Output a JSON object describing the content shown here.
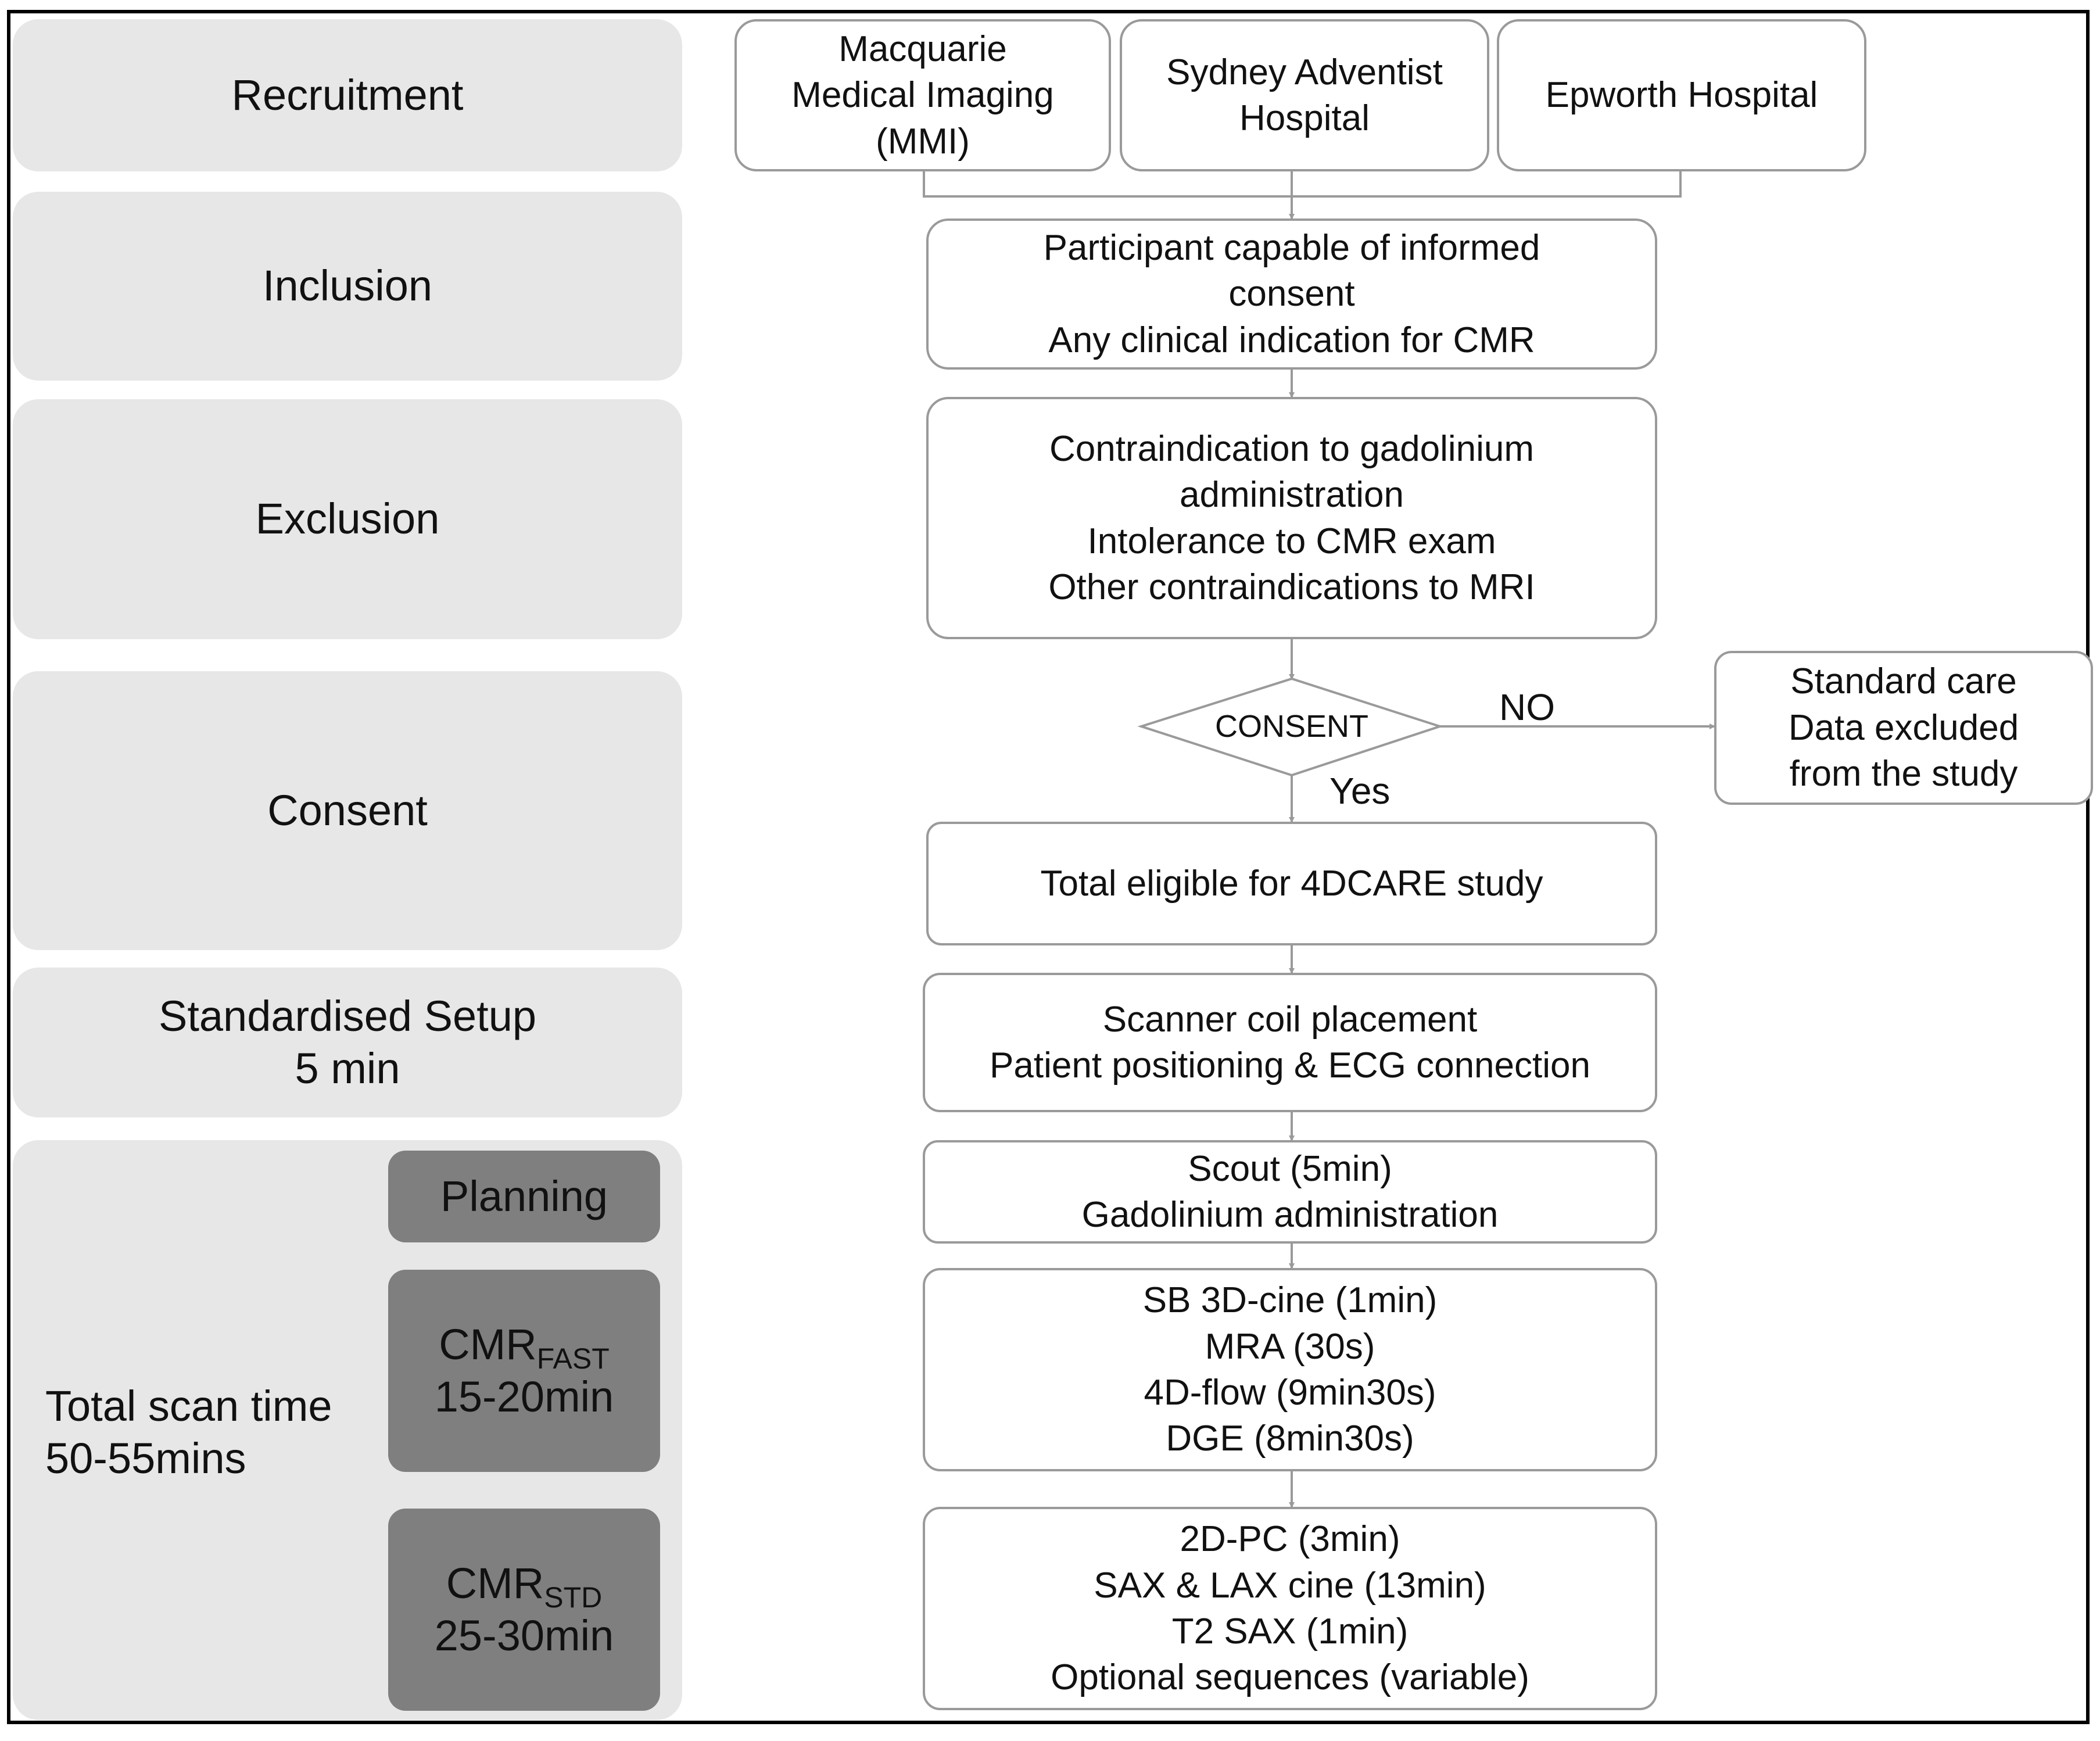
{
  "stages": {
    "recruitment": "Recruitment",
    "inclusion": "Inclusion",
    "exclusion": "Exclusion",
    "consent": "Consent",
    "setup": [
      "Standardised Setup",
      "5 min"
    ],
    "total_scan": [
      "Total scan time",
      "50-55mins"
    ]
  },
  "substages": {
    "planning": "Planning",
    "fast": {
      "main": "CMR",
      "subscript": "FAST",
      "time": "15-20min"
    },
    "std": {
      "main": "CMR",
      "subscript": "STD",
      "time": "25-30min"
    }
  },
  "sites": [
    [
      "Macquarie",
      "Medical Imaging",
      "(MMI)"
    ],
    [
      "Sydney Adventist",
      "Hospital"
    ],
    [
      "Epworth Hospital"
    ]
  ],
  "inclusion_box": [
    "Participant capable of informed",
    "consent",
    "Any clinical indication for CMR"
  ],
  "exclusion_box": [
    "Contraindication to gadolinium",
    "administration",
    "Intolerance to CMR exam",
    "Other contraindications to MRI"
  ],
  "decision": {
    "label": "CONSENT",
    "no": "NO",
    "yes": "Yes"
  },
  "excluded_box": [
    "Standard care",
    "Data excluded",
    "from the study"
  ],
  "eligible_box": [
    "Total eligible for 4DCARE study"
  ],
  "setup_box": [
    "Scanner coil placement",
    "Patient positioning & ECG connection"
  ],
  "planning_box": [
    "Scout (5min)",
    "Gadolinium administration"
  ],
  "fast_box": [
    "SB 3D-cine (1min)",
    "MRA (30s)",
    "4D-flow (9min30s)",
    "DGE (8min30s)"
  ],
  "std_box": [
    "2D-PC (3min)",
    "SAX & LAX cine (13min)",
    "T2 SAX (1min)",
    "Optional sequences (variable)"
  ],
  "colors": {
    "lane": "#e7e7e7",
    "substage": "#7f7f7f",
    "connector": "#9a9a9a",
    "border": "#000000"
  }
}
